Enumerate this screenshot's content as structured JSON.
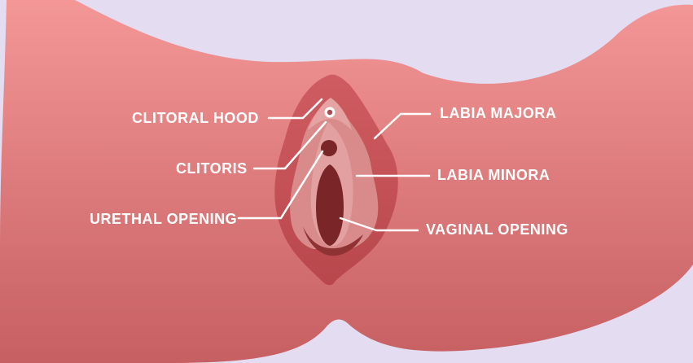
{
  "labels": {
    "clitoral_hood": "CLITORAL HOOD",
    "clitoris": "CLITORIS",
    "urethral_opening": "URETHAL OPENING",
    "labia_majora": "LABIA MAJORA",
    "labia_minora": "LABIA MINORA",
    "vaginal_opening": "VAGINAL OPENING"
  },
  "colors": {
    "background": "#e4ddf2",
    "skin_top": "#f29191",
    "skin_bottom": "#c45c5e",
    "majora": "#c95458",
    "minora": "#d98b8b",
    "inner_dark": "#8e3234",
    "opening": "#7a2528",
    "leader_line": "#ffffff"
  }
}
